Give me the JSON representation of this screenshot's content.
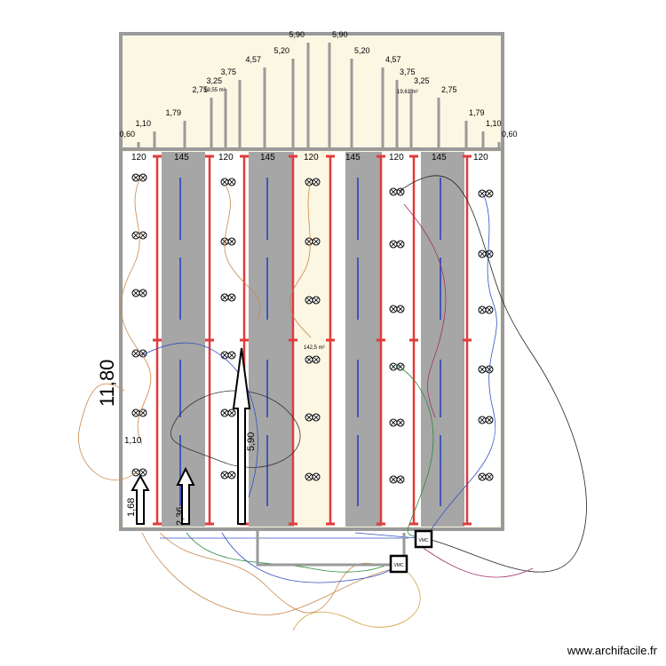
{
  "plan": {
    "total_height": "11,80",
    "upper_heights": [
      "0,60",
      "1,10",
      "1,79",
      "2,75",
      "3,25",
      "3,75",
      "4,57",
      "5,20",
      "5,90",
      "5,90",
      "5,20",
      "4,57",
      "3,75",
      "3,25",
      "2,75",
      "1,79",
      "1,10",
      "0,60"
    ],
    "area_left": "19,55 m²",
    "area_right": "19,61 m²",
    "area_main": "142,5 m²",
    "bay_widths": [
      "120",
      "145",
      "120",
      "145",
      "120",
      "145",
      "120",
      "145",
      "120"
    ],
    "side_dimension": "1,10",
    "arrow_labels": [
      "1,68",
      "2,36",
      "5,90"
    ],
    "vmc_label": "VMC",
    "colors": {
      "roof_fill": "#fbf7e3",
      "wall": "#9a9a9a",
      "aisle": "#a6a6a6",
      "rack": "#e23b3b",
      "light_line": "#1f3fbf"
    }
  },
  "watermark": "www.archifacile.fr"
}
